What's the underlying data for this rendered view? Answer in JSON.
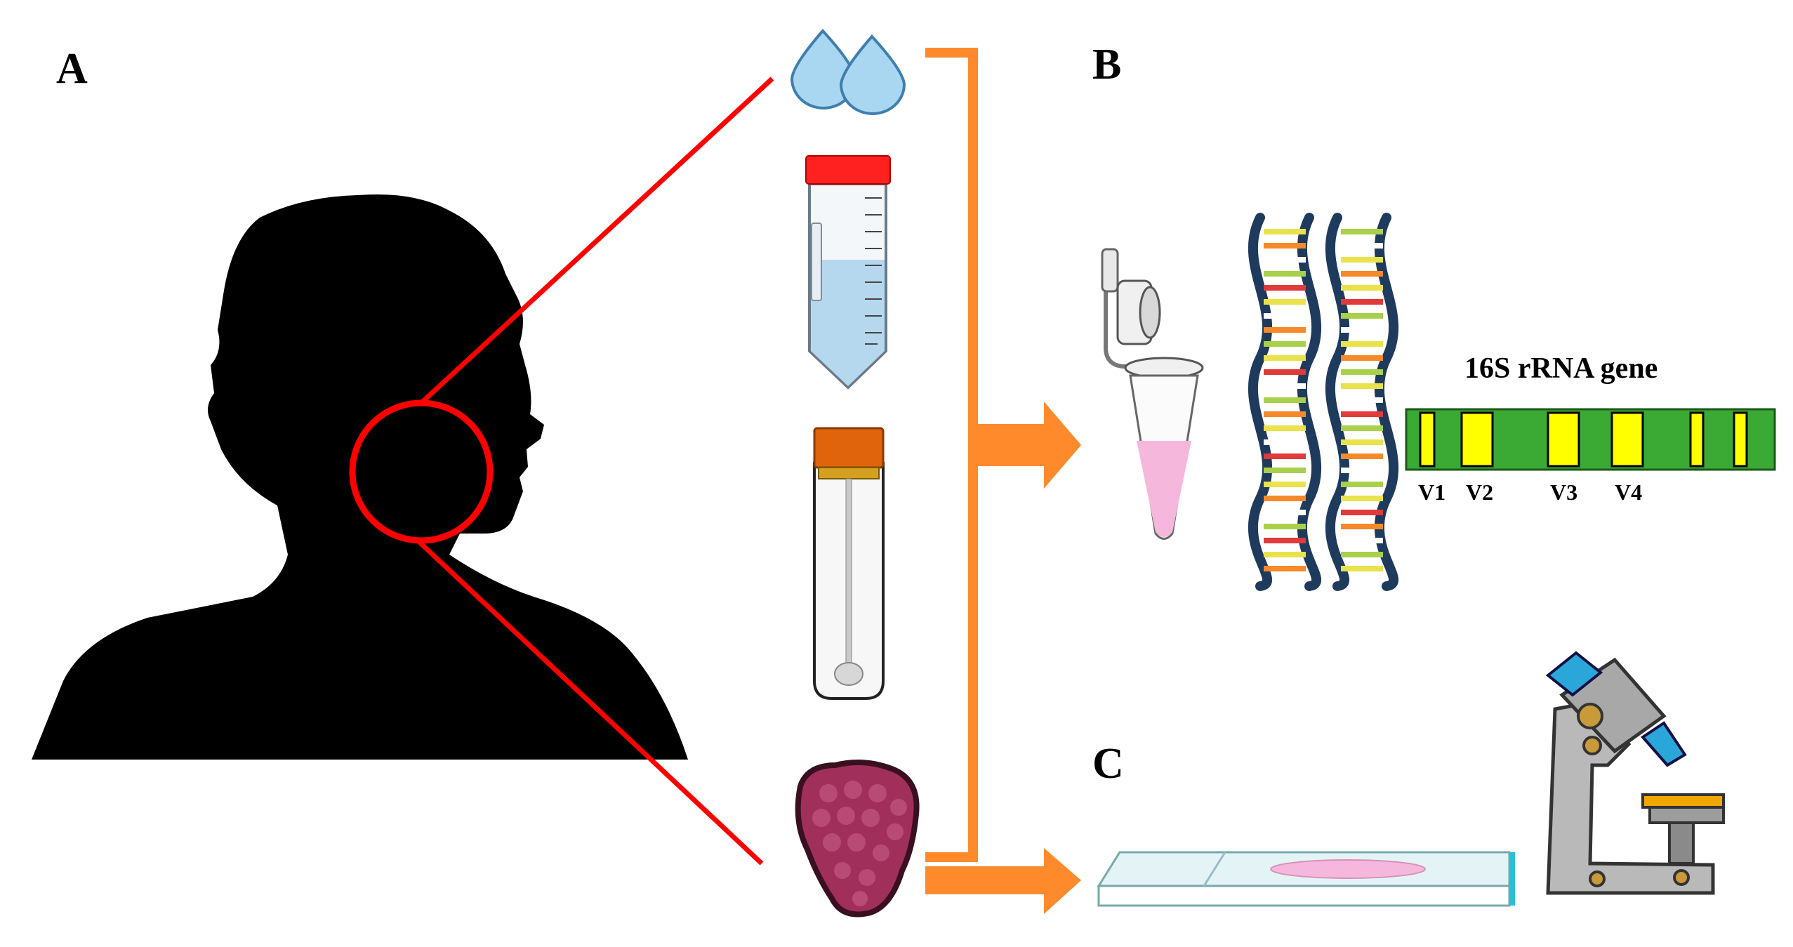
{
  "panels": {
    "a": "A",
    "b": "B",
    "c": "C"
  },
  "gene": {
    "title": "16S rRNA gene",
    "regions": [
      "V1",
      "V2",
      "V3",
      "V4"
    ]
  },
  "colors": {
    "highlight": "#ff0000",
    "arrow": "#ff8a2b",
    "gene_bar": "#3aaa35",
    "variable_region": "#ffff00",
    "silhouette": "#000000",
    "saliva": "#a9d7f2",
    "tube_liquid": "#b6d8ee",
    "tube_cap": "#ff2020",
    "swab_cap": "#e0640c",
    "pcr_liquid": "#f5b8dc",
    "tissue": "#a0305a",
    "slide_smear": "#f5b8dc",
    "microscope_accent": "#2aa6d9",
    "microscope_stage": "#f0a800"
  },
  "icons": [
    "silhouette-icon",
    "saliva-drops-icon",
    "falcon-tube-icon",
    "swab-tube-icon",
    "tissue-biopsy-icon",
    "pcr-tube-icon",
    "dna-helix-icon",
    "microscope-slide-icon",
    "microscope-icon"
  ]
}
